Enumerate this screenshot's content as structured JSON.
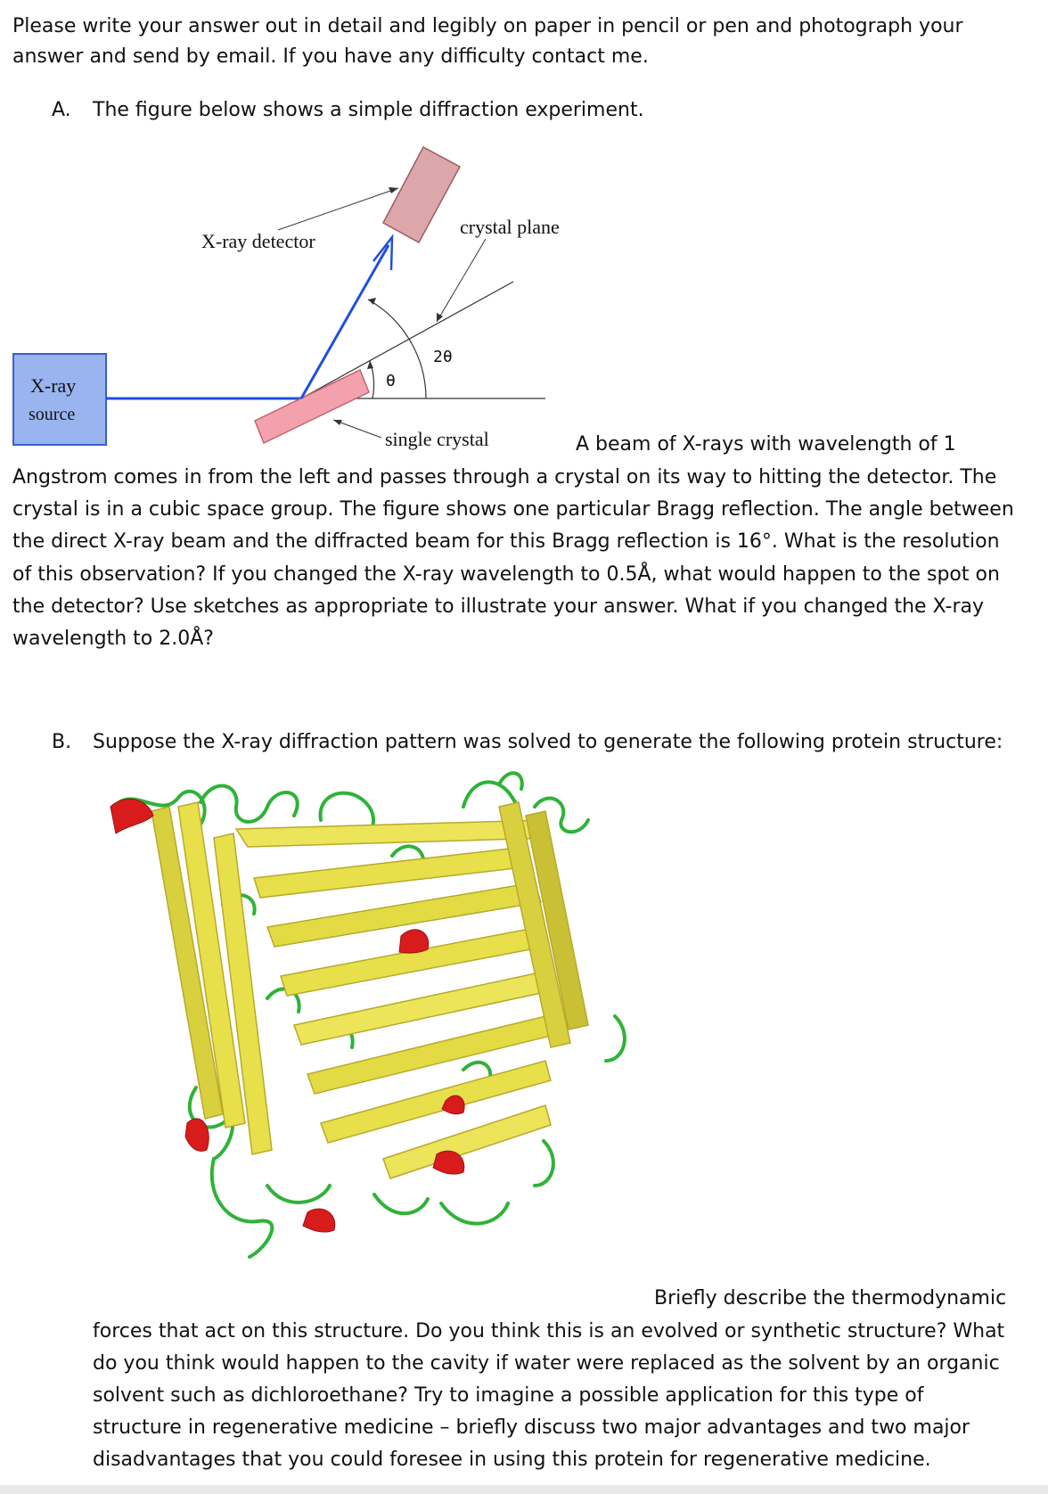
{
  "intro": {
    "line1": "Please write your answer out in detail and legibly on paper in pencil or pen and photograph your",
    "line2": "answer and send by email. If you have any difficulty contact me."
  },
  "section_a": {
    "label": "A.",
    "heading": "The figure below shows a simple diffraction experiment.",
    "diagram": {
      "source_label_1": "X-ray",
      "source_label_2": "source",
      "detector_label": "X-ray detector",
      "crystal_plane_label": "crystal plane",
      "single_crystal_label": "single crystal",
      "two_theta_label": "2θ",
      "theta_label": "θ"
    },
    "para_line1": "A beam of X-rays with wavelength of 1",
    "para_line2": "Angstrom comes in from the left and passes through a crystal on its way to hitting the detector. The",
    "para_line3": "crystal is in a cubic space group. The figure shows one particular Bragg reflection. The angle between",
    "para_line4": "the direct X-ray beam and the diffracted beam for this Bragg reflection is 16°. What is the resolution",
    "para_line5": "of this observation? If you changed the X-ray wavelength to 0.5Å, what would happen to the spot on",
    "para_line6": "the detector? Use sketches as appropriate to illustrate your answer. What if you changed the X-ray",
    "para_line7": "wavelength to 2.0Å?"
  },
  "section_b": {
    "label": "B.",
    "heading": "Suppose the X-ray diffraction pattern was solved to generate the following protein structure:",
    "para_line1": "Briefly describe the thermodynamic",
    "para_line2": "forces that act on this structure. Do you think this is an evolved or synthetic structure? What",
    "para_line3": "do you think would happen to the cavity if water were replaced as the solvent by an organic",
    "para_line4": "solvent such as dichloroethane? Try to imagine a possible application for this type of",
    "para_line5": "structure in regenerative medicine – briefly discuss two major advantages and two major",
    "para_line6": "disadvantages that you could foresee in using this protein for regenerative medicine."
  },
  "colors": {
    "text": "#111111",
    "beam": "#1f4fe0",
    "source_fill": "#9ab4f0",
    "crystal_fill": "#f3a2ad",
    "detector_fill": "#dba7ab",
    "strand_yellow": "#e8e04a",
    "strand_dark": "#b8a92a",
    "loop_green": "#2fb238",
    "helix_red": "#d81b1b"
  }
}
